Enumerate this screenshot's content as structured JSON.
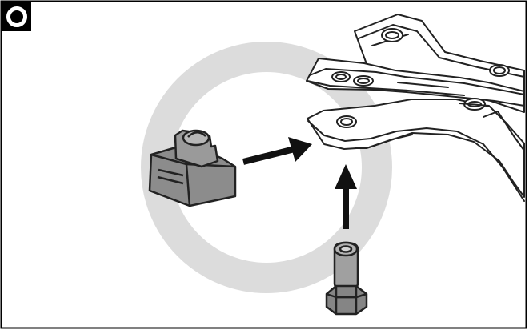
{
  "step": {
    "label": "O"
  },
  "colors": {
    "frame": "#000000",
    "focus_ring": "#d9d9d9",
    "part_fill": "#8c8c8c",
    "part_fill_light": "#b8b8b8",
    "outline": "#222222",
    "arrow": "#111111",
    "background": "#ffffff"
  },
  "icons": {
    "step_badge": "o-step-icon",
    "bracket": "frame-arm-bracket",
    "foot_part": "rubber-foot",
    "screw_part": "bolt"
  }
}
